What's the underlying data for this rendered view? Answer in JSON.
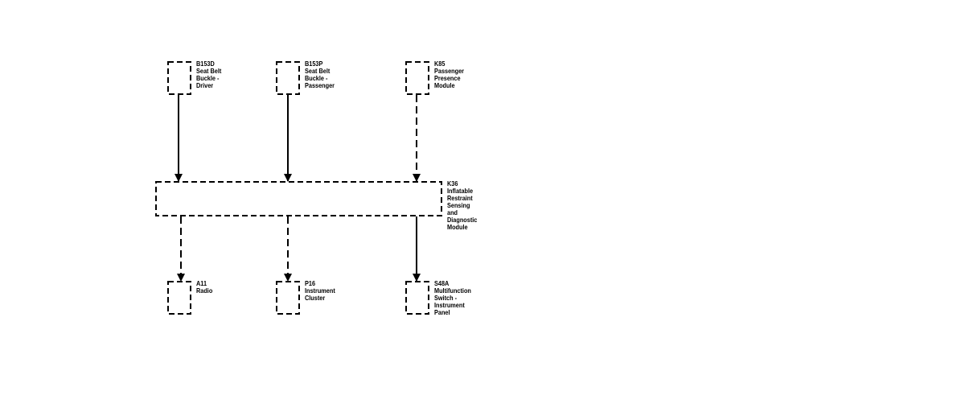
{
  "colors": {
    "line": "#000000",
    "background": "#ffffff"
  },
  "components": {
    "b153d": {
      "lines": [
        "B153D",
        "Seat Belt",
        "Buckle -",
        "Driver"
      ]
    },
    "b153p": {
      "lines": [
        "B153P",
        "Seat Belt",
        "Buckle -",
        "Passenger"
      ]
    },
    "k85": {
      "lines": [
        "K85",
        "Passenger",
        "Presence",
        "Module"
      ]
    },
    "k36": {
      "lines": [
        "K36",
        "Inflatable",
        "Restraint",
        "Sensing",
        "and",
        "Diagnostic",
        "Module"
      ]
    },
    "a11": {
      "lines": [
        "A11",
        "Radio"
      ]
    },
    "p16": {
      "lines": [
        "P16",
        "Instrument",
        "Cluster"
      ]
    },
    "s48a": {
      "lines": [
        "S48A",
        "Multifunction",
        "Switch -",
        "Instrument",
        "Panel"
      ]
    }
  }
}
